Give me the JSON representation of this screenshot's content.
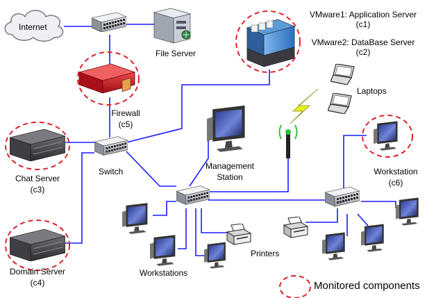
{
  "labels": {
    "internet": "Internet",
    "file_server": "File Server",
    "vmware1": "VMware1: Application Server",
    "vmware1_id": "(c1)",
    "vmware2": "VMware2: DataBase Server",
    "vmware2_id": "(c2)",
    "laptops": "Laptops",
    "firewall": "Firewall",
    "firewall_id": "(c5)",
    "chat_server": "Chat Server",
    "chat_server_id": "(c3)",
    "switch": "Switch",
    "management": "Management",
    "station": "Station",
    "workstation": "Workstation",
    "workstation_id": "(c6)",
    "domain_server": "Domain Server",
    "domain_server_id": "(c4)",
    "printers": "Printers",
    "workstations": "Workstations"
  },
  "legend": {
    "text": "Monitored components"
  },
  "colors": {
    "link": "#1a1aff",
    "monitor_ring": "#e0202a",
    "firewall": "#c8141c",
    "server_dark": "#3a3a3e"
  }
}
